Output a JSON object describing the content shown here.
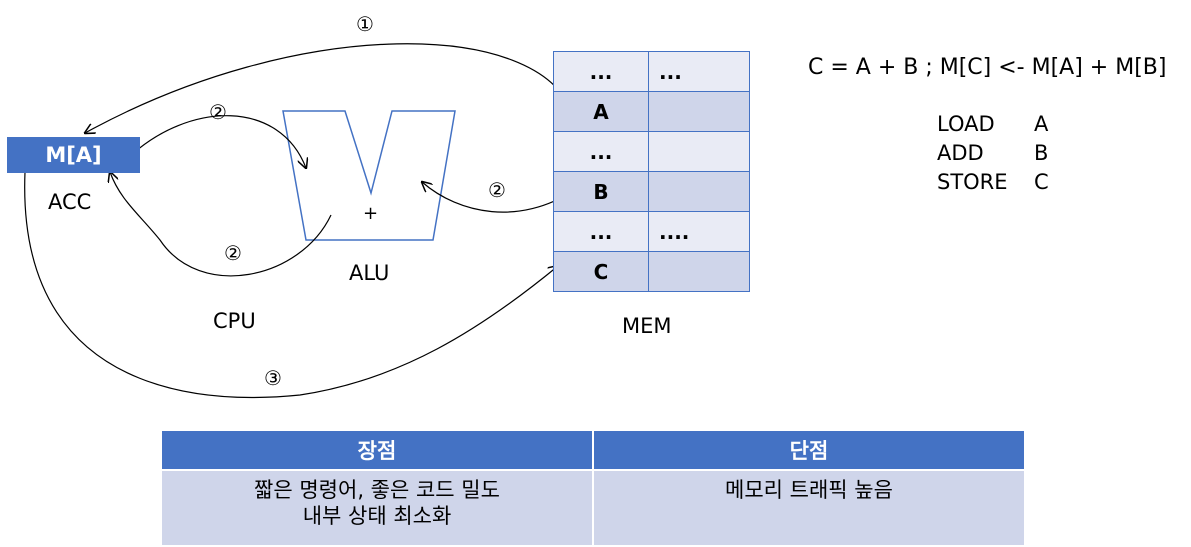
{
  "acc": {
    "value": "M[A]",
    "label": "ACC"
  },
  "alu": {
    "op": "+",
    "label": "ALU"
  },
  "cpu_label": "CPU",
  "mem": {
    "label": "MEM",
    "rows": [
      {
        "addr": "...",
        "value": "..."
      },
      {
        "addr": "A",
        "value": ""
      },
      {
        "addr": "...",
        "value": ""
      },
      {
        "addr": "B",
        "value": ""
      },
      {
        "addr": "...",
        "value": "...."
      },
      {
        "addr": "C",
        "value": ""
      }
    ]
  },
  "steps": {
    "s1": "①",
    "s2a": "②",
    "s2b": "②",
    "s2c": "②",
    "s3": "③"
  },
  "formula": "C = A + B ; M[C] <- M[A] + M[B]",
  "assembly": [
    {
      "op": "LOAD",
      "arg": "A"
    },
    {
      "op": "ADD",
      "arg": "B"
    },
    {
      "op": "STORE",
      "arg": "C"
    }
  ],
  "comparison": {
    "headers": [
      "장점",
      "단점"
    ],
    "pros": [
      "짧은 명령어, 좋은 코드 밀도",
      "내부 상태 최소화"
    ],
    "cons": [
      "메모리 트래픽 높음"
    ]
  },
  "colors": {
    "accent": "#4472c4",
    "cell_light": "#e9ebf5",
    "cell_dark": "#cfd5ea"
  }
}
